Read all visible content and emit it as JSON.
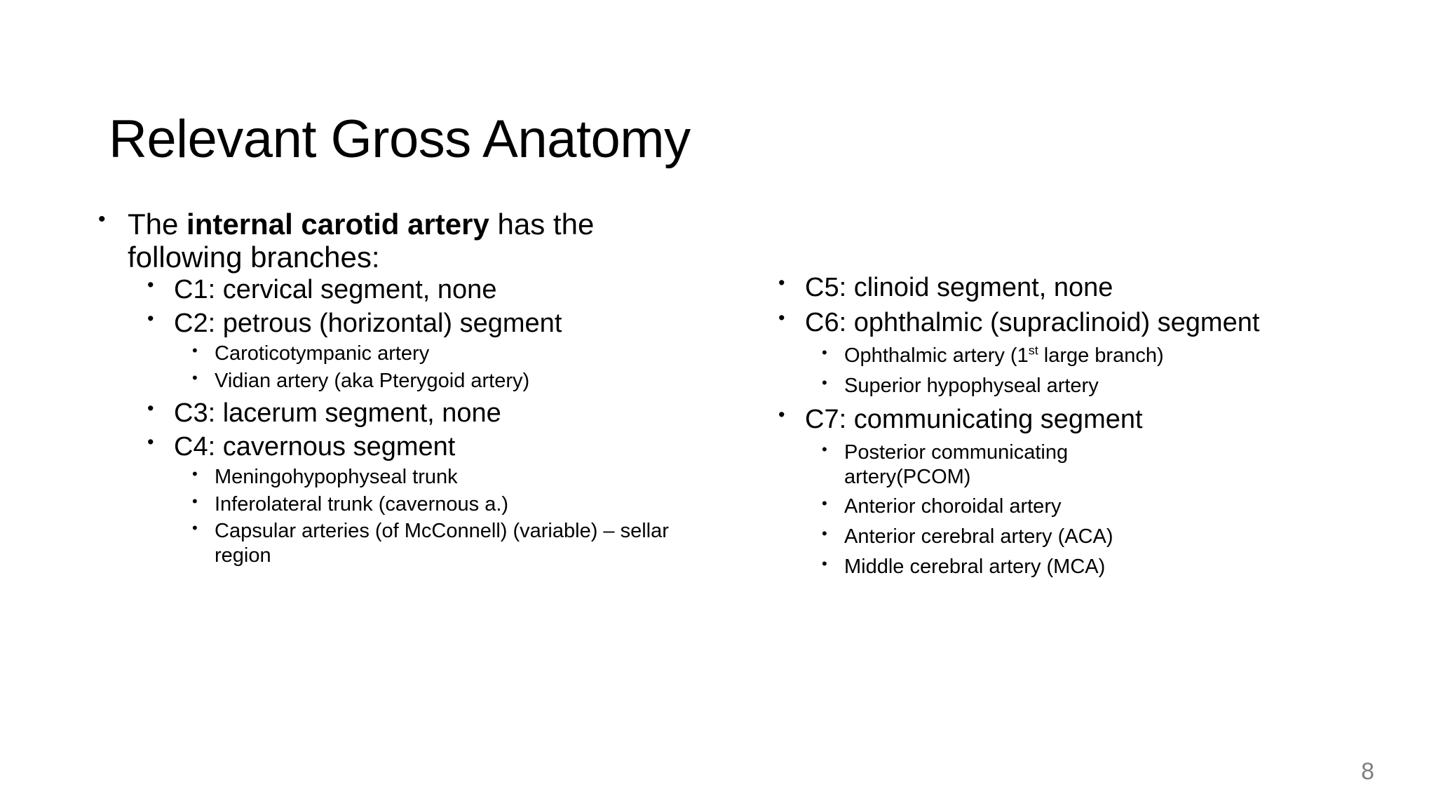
{
  "slide": {
    "title": "Relevant Gross Anatomy",
    "page_number": "8",
    "page_number_color": "#808080",
    "background_color": "#ffffff",
    "text_color": "#000000",
    "bullet_glyph": "•"
  },
  "left_column": {
    "intro": {
      "prefix": "The ",
      "emphasis": "internal carotid artery",
      "suffix": " has the following branches:"
    },
    "segments": [
      {
        "label": "C1: cervical segment, none",
        "children": []
      },
      {
        "label": "C2: petrous (horizontal) segment",
        "children": [
          "Caroticotympanic artery",
          "Vidian artery (aka Pterygoid artery)"
        ]
      },
      {
        "label": "C3: lacerum segment, none",
        "children": []
      },
      {
        "label": "C4: cavernous segment",
        "children": [
          "Meningohypophyseal trunk",
          "Inferolateral trunk (cavernous a.)",
          "Capsular arteries (of McConnell) (variable) – sellar region"
        ]
      }
    ]
  },
  "right_column": {
    "segments": [
      {
        "label": "C5: clinoid segment, none",
        "children": []
      },
      {
        "label": "C6: ophthalmic (supraclinoid) segment",
        "children": [
          {
            "prefix": "Ophthalmic artery (1",
            "superscript": "st",
            "suffix": " large branch)"
          },
          {
            "prefix": "Superior hypophyseal artery",
            "superscript": "",
            "suffix": ""
          }
        ]
      },
      {
        "label": "C7: communicating segment",
        "children": [
          {
            "prefix": "Posterior communicating artery(PCOM)",
            "superscript": "",
            "suffix": ""
          },
          {
            "prefix": "Anterior choroidal artery",
            "superscript": "",
            "suffix": ""
          },
          {
            "prefix": "Anterior cerebral artery (ACA)",
            "superscript": "",
            "suffix": ""
          },
          {
            "prefix": "Middle cerebral artery (MCA)",
            "superscript": "",
            "suffix": ""
          }
        ]
      }
    ]
  }
}
